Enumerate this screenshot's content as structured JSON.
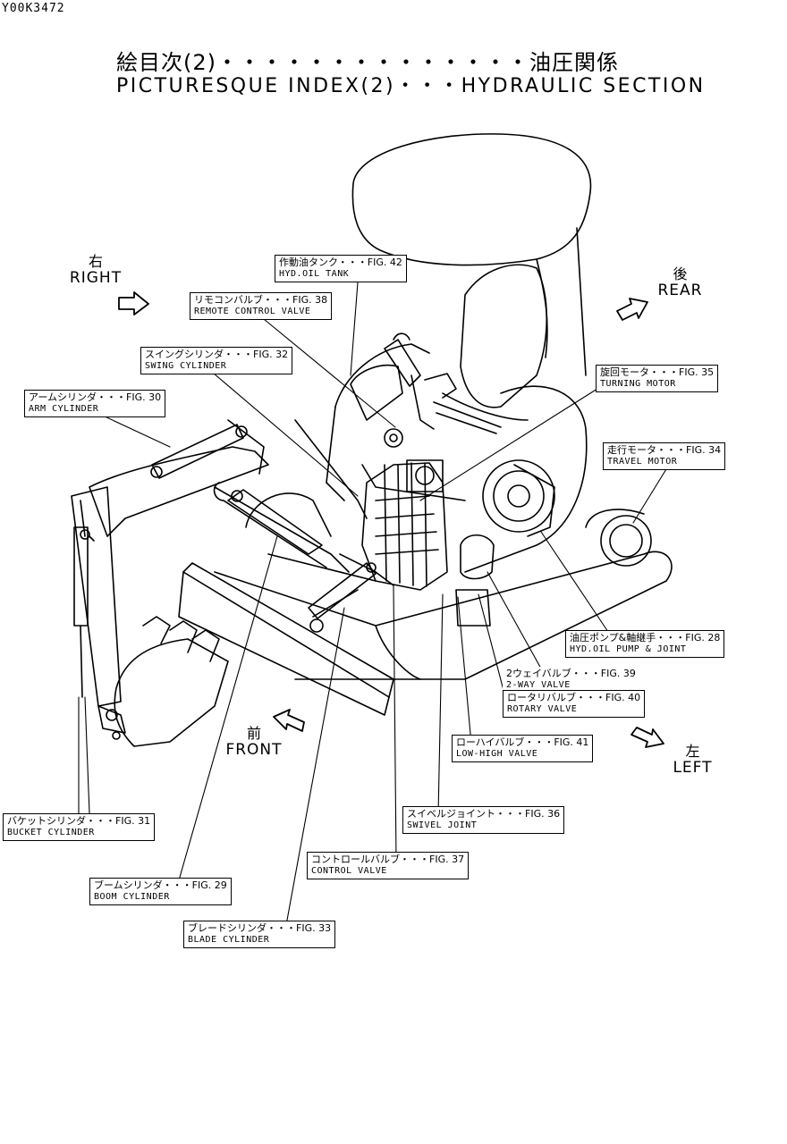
{
  "header": {
    "code": "Y00K3472",
    "title_jp": "絵目次(2)・・・・・・・・・・・・・・油圧関係",
    "title_en": "PICTURESQUE INDEX(2)・・・HYDRAULIC SECTION"
  },
  "directions": {
    "right": {
      "jp": "右",
      "en": "RIGHT"
    },
    "rear": {
      "jp": "後",
      "en": "REAR"
    },
    "front": {
      "jp": "前",
      "en": "FRONT"
    },
    "left": {
      "jp": "左",
      "en": "LEFT"
    }
  },
  "callouts": {
    "hyd_oil_tank": {
      "jp": "作動油タンク・・・FIG. 42",
      "en": "HYD.OIL TANK"
    },
    "remote_control_valve": {
      "jp": "リモコンバルブ・・・FIG. 38",
      "en": "REMOTE CONTROL VALVE"
    },
    "swing_cylinder": {
      "jp": "スイングシリンダ・・・FIG. 32",
      "en": "SWING CYLINDER"
    },
    "arm_cylinder": {
      "jp": "アームシリンダ・・・FIG. 30",
      "en": "ARM CYLINDER"
    },
    "turning_motor": {
      "jp": "旋回モータ・・・FIG. 35",
      "en": "TURNING MOTOR"
    },
    "travel_motor": {
      "jp": "走行モータ・・・FIG. 34",
      "en": "TRAVEL MOTOR"
    },
    "hyd_oil_pump": {
      "jp": "油圧ポンプ&軸継手・・・FIG. 28",
      "en": "HYD.OIL PUMP & JOINT"
    },
    "two_way_valve": {
      "jp": "2ウェイバルブ・・・FIG. 39",
      "en": "2-WAY VALVE"
    },
    "rotary_valve": {
      "jp": "ロータリバルブ・・・FIG. 40",
      "en": "ROTARY VALVE"
    },
    "low_high_valve": {
      "jp": "ローハイバルブ・・・FIG. 41",
      "en": "LOW-HIGH VALVE"
    },
    "swivel_joint": {
      "jp": "スイベルジョイント・・・FIG. 36",
      "en": "SWIVEL JOINT"
    },
    "control_valve": {
      "jp": "コントロールバルブ・・・FIG. 37",
      "en": "CONTROL VALVE"
    },
    "bucket_cylinder": {
      "jp": "バケットシリンダ・・・FIG. 31",
      "en": "BUCKET CYLINDER"
    },
    "boom_cylinder": {
      "jp": "ブームシリンダ・・・FIG. 29",
      "en": "BOOM CYLINDER"
    },
    "blade_cylinder": {
      "jp": "ブレードシリンダ・・・FIG. 33",
      "en": "BLADE CYLINDER"
    }
  }
}
